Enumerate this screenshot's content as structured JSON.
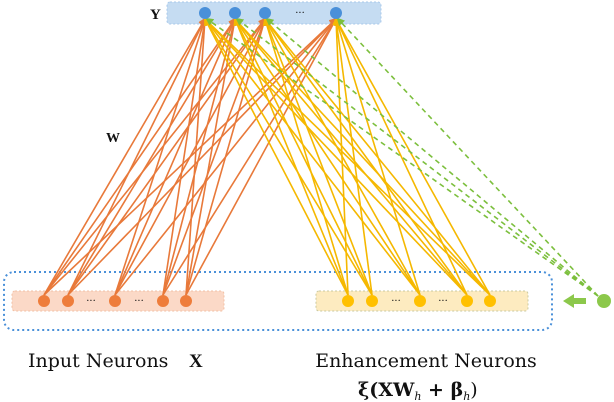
{
  "labels": {
    "output_symbol": "Y",
    "weight_symbol": "W",
    "input_caption": "Input Neurons",
    "input_symbol": "X",
    "enhancement_caption": "Enhancement Neurons",
    "enhancement_formula": "ξ(XW",
    "enhancement_formula_sub1": "h",
    "enhancement_formula_mid": " + β",
    "enhancement_formula_sub2": "h",
    "enhancement_formula_end": ")",
    "ellipsis": "···"
  },
  "colors": {
    "output_node": "#4a90d9",
    "output_band": "#c5dcf2",
    "input_node": "#ee7d3b",
    "input_band": "#fbd9c7",
    "input_edge": "#e8793a",
    "enhancement_node": "#ffc000",
    "enhancement_band": "#fdebc0",
    "enhancement_edge": "#f5b800",
    "new_node": "#8cc84b",
    "new_edge": "#7cbf3d",
    "container_border": "#4a90d9"
  },
  "icons": {
    "new_node_arrow": "left-arrow-icon"
  }
}
